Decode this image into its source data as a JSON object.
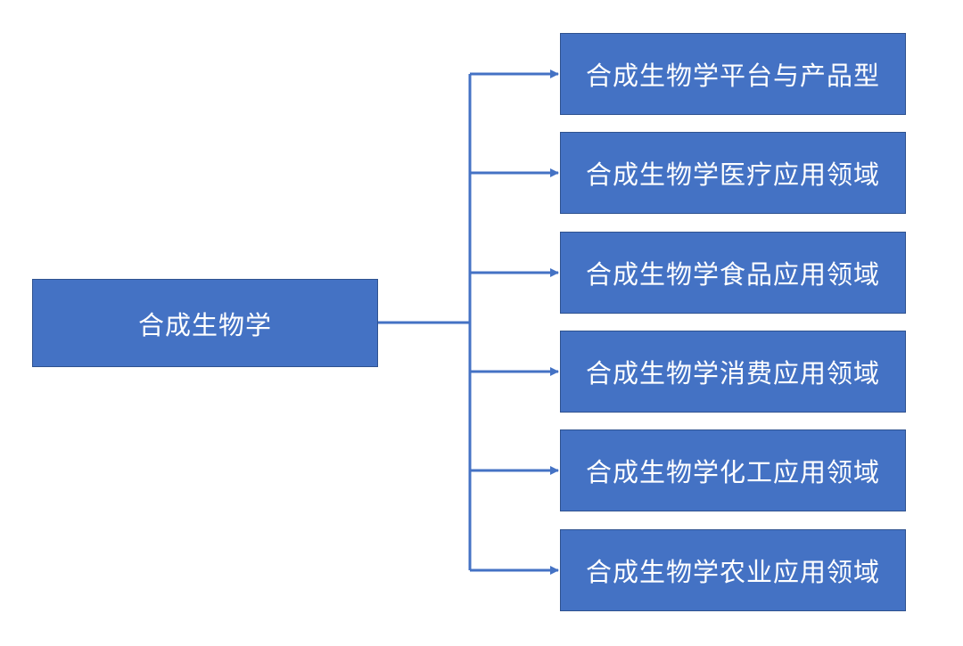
{
  "root": {
    "label": "合成生物学"
  },
  "children": [
    {
      "label": "合成生物学平台与产品型"
    },
    {
      "label": "合成生物学医疗应用领域"
    },
    {
      "label": "合成生物学食品应用领域"
    },
    {
      "label": "合成生物学消费应用领域"
    },
    {
      "label": "合成生物学化工应用领域"
    },
    {
      "label": "合成生物学农业应用领域"
    }
  ],
  "colors": {
    "box_fill": "#4472c4",
    "box_border": "#2f528f",
    "connector": "#4472c4",
    "text": "#ffffff"
  }
}
